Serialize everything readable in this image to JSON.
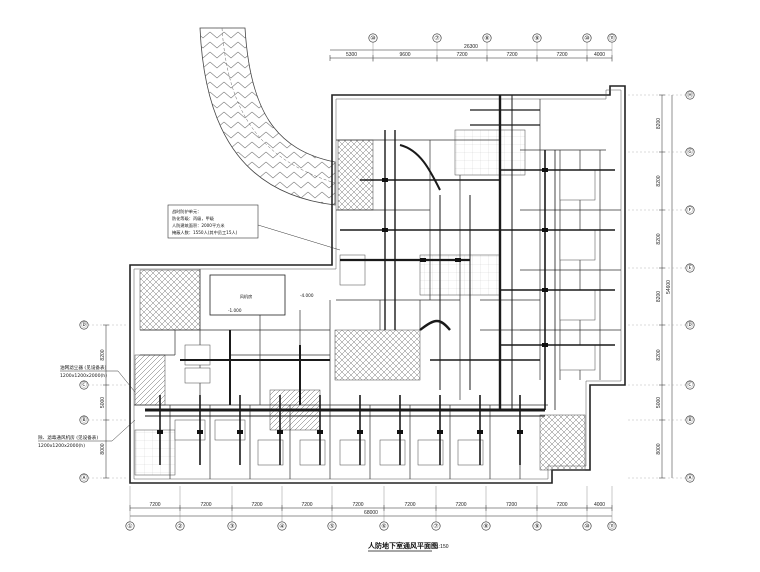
{
  "drawing": {
    "title": "人防地下室通风平面图",
    "scale": "1:150"
  },
  "top_axes": [
    "⑩",
    "⑦",
    "⑧",
    "⑨",
    "⑩",
    "⑪"
  ],
  "top_total": "26300",
  "top_dims": [
    "5300",
    "9600",
    "7200",
    "7200",
    "7200",
    "4000"
  ],
  "bottom_axes": [
    "①",
    "②",
    "③",
    "④",
    "⑤",
    "⑥",
    "⑦",
    "⑧",
    "⑨",
    "⑩",
    "⑪"
  ],
  "bottom_dims": [
    "7200",
    "7200",
    "7200",
    "7200",
    "7200",
    "7200",
    "7200",
    "7200",
    "7200",
    "4000"
  ],
  "bottom_total": "68000",
  "right_axes": [
    "Ⓗ",
    "Ⓖ",
    "Ⓕ",
    "Ⓔ",
    "Ⓓ",
    "Ⓒ",
    "Ⓑ",
    "Ⓐ"
  ],
  "right_dims": [
    "8200",
    "8200",
    "8200",
    "8200",
    "8200",
    "5000",
    "8000"
  ],
  "right_total": "54600",
  "left_axes": [
    "Ⓓ",
    "Ⓒ",
    "Ⓑ",
    "Ⓐ"
  ],
  "left_dims": [
    "8200",
    "5000",
    "8000"
  ],
  "notes_box": {
    "lines": [
      "战时防护单元：",
      "防化等级：丙级，甲级",
      "人防建筑面积：2000平方米",
      "掩蔽人数：1550人(其中员工15人)"
    ]
  },
  "callouts": {
    "upper": {
      "title": "油网滤尘器 (见设备表)",
      "size": "1200x1200x2000(h)"
    },
    "lower": {
      "title": "除、滤毒通风机房 (见设备表)",
      "size": "1200x1200x2000(h)"
    }
  },
  "room_labels": {
    "machine": "风机房",
    "elev": "-4.000",
    "elev2": "-1.000"
  }
}
